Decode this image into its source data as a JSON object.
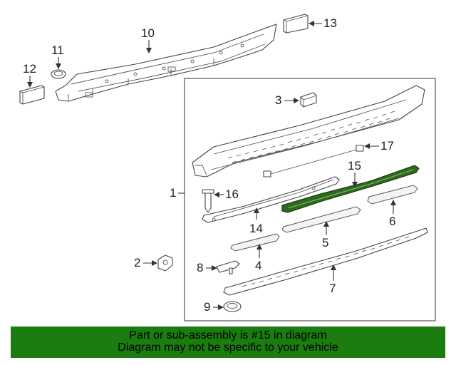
{
  "callouts": [
    {
      "num": "1"
    },
    {
      "num": "2"
    },
    {
      "num": "3"
    },
    {
      "num": "4"
    },
    {
      "num": "5"
    },
    {
      "num": "6"
    },
    {
      "num": "7"
    },
    {
      "num": "8"
    },
    {
      "num": "9"
    },
    {
      "num": "10"
    },
    {
      "num": "11"
    },
    {
      "num": "12"
    },
    {
      "num": "13"
    },
    {
      "num": "14"
    },
    {
      "num": "15"
    },
    {
      "num": "16"
    },
    {
      "num": "17"
    }
  ],
  "highlighted_part": "15",
  "colors": {
    "banner_background": "#1b7d0f",
    "highlight_part": "#2e6b1f",
    "line": "#444444"
  },
  "banner": {
    "line1": "Part or sub-assembly is #15 in diagram",
    "line2": "Diagram may not be specific to your vehicle"
  }
}
